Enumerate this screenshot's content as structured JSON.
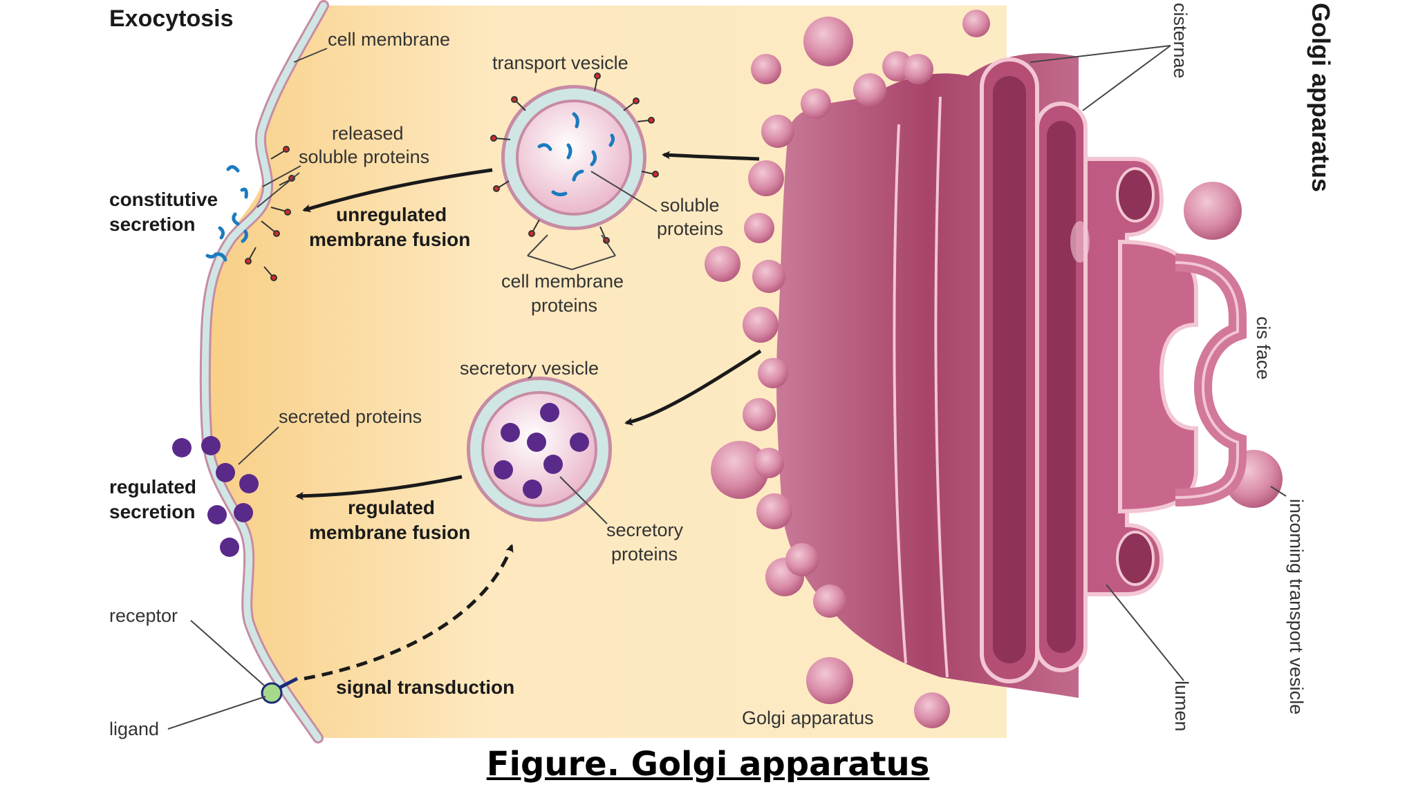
{
  "labels": {
    "exocytosis": "Exocytosis",
    "cell_membrane": "cell membrane",
    "transport_vesicle": "transport vesicle",
    "released_1": "released",
    "released_2": "soluble proteins",
    "constitutive_1": "constitutive",
    "constitutive_2": "secretion",
    "unregulated_1": "unregulated",
    "unregulated_2": "membrane fusion",
    "soluble_1": "soluble",
    "soluble_2": "proteins",
    "cmp_1": "cell membrane",
    "cmp_2": "proteins",
    "secretory_vesicle": "secretory vesicle",
    "secreted_proteins": "secreted proteins",
    "regulated_sec_1": "regulated",
    "regulated_sec_2": "secretion",
    "regulated_fus_1": "regulated",
    "regulated_fus_2": "membrane fusion",
    "secretory_prot_1": "secretory",
    "secretory_prot_2": "proteins",
    "receptor": "receptor",
    "ligand": "ligand",
    "signal_transduction": "signal transduction",
    "golgi_bottom": "Golgi apparatus",
    "cisternae": "cisternae",
    "golgi_title": "Golgi apparatus",
    "cis_face": "cis face",
    "incoming": "incoming transport vesicle",
    "lumen": "lumen"
  },
  "caption": "Figure. Golgi apparatus",
  "colors": {
    "cytoplasm": "#fbe3b4",
    "membrane_fill": "#cfe6e4",
    "membrane_edge": "#c78ba3",
    "golgi": "#b0496d",
    "golgi_light": "#e3a9be",
    "protein_dot": "#5a2a8a",
    "soluble_protein": "#1b7bbf",
    "membrane_protein": "#d42a2a"
  }
}
